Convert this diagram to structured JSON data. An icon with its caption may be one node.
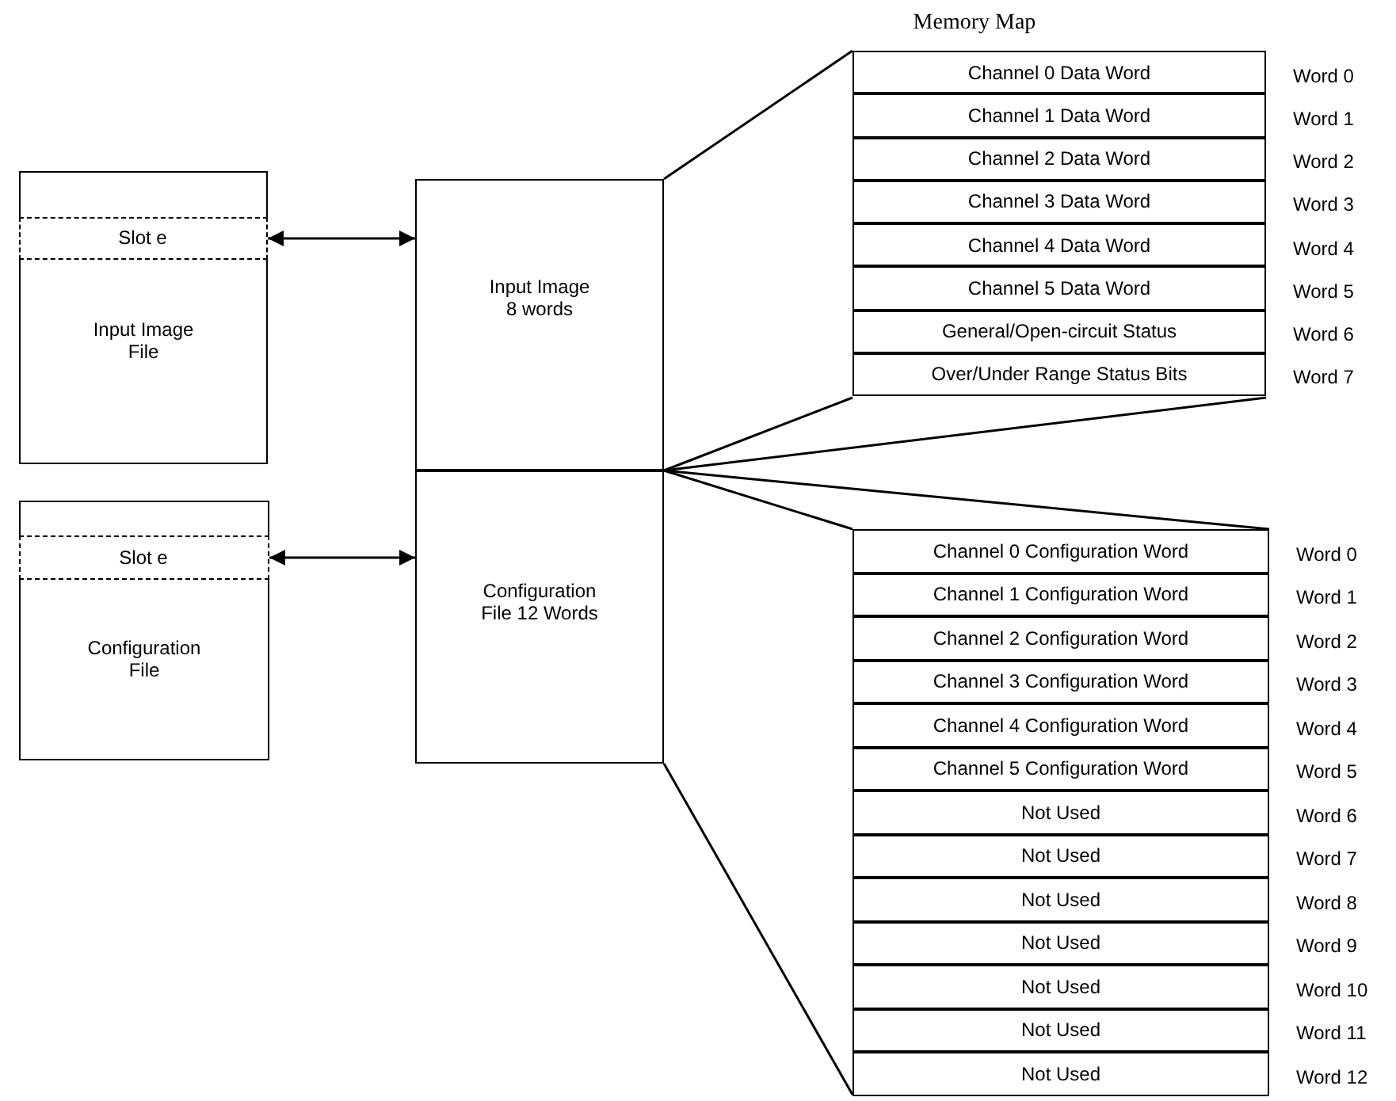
{
  "diagram": {
    "title": "Memory Map",
    "nodes": [
      {
        "text": [
          "Input Image File"
        ]
      },
      {
        "text": [
          "Slot e"
        ],
        "in": 0
      },
      {
        "text": [
          "Configuration File"
        ]
      },
      {
        "text": [
          "Slot e"
        ],
        "in": 2
      },
      {
        "text": [
          "Input Image 8 words"
        ]
      },
      {
        "text": [
          "Configuration File 12 Words"
        ]
      },
      {
        "text": [
          "Channel 0 Data Word"
        ],
        "beside": [
          "Word 0"
        ]
      },
      {
        "text": [
          "Channel 1 Data Word"
        ],
        "beside": [
          "Word 1"
        ]
      },
      {
        "text": [
          "Channel 2 Data Word"
        ],
        "beside": [
          "Word 2"
        ]
      },
      {
        "text": [
          "Channel 3 Data Word"
        ],
        "beside": [
          "Word 3"
        ]
      },
      {
        "text": [
          "Channel 4 Data Word"
        ],
        "beside": [
          "Word 4"
        ]
      },
      {
        "text": [
          "Channel 5 Data Word"
        ],
        "beside": [
          "Word 5"
        ]
      },
      {
        "text": [
          "General/Open-circuit Status"
        ],
        "beside": [
          "Word 6"
        ]
      },
      {
        "text": [
          "Over/Under Range Status Bits"
        ],
        "beside": [
          "Word 7"
        ]
      },
      {
        "text": [
          "Channel 0 Configuration Word"
        ],
        "beside": [
          "Word 0"
        ]
      },
      {
        "text": [
          "Channel 1 Configuration Word"
        ],
        "beside": [
          "Word 1"
        ]
      },
      {
        "text": [
          "Channel 2 Configuration Word"
        ],
        "beside": [
          "Word 2"
        ]
      },
      {
        "text": [
          "Channel 3 Configuration Word"
        ],
        "beside": [
          "Word 3"
        ]
      },
      {
        "text": [
          "Channel 4 Configuration Word"
        ],
        "beside": [
          "Word 4"
        ]
      },
      {
        "text": [
          "Channel 5 Configuration Word"
        ],
        "beside": [
          "Word 5"
        ]
      },
      {
        "text": [
          "Not Used"
        ],
        "beside": [
          "Word 6"
        ]
      },
      {
        "text": [
          "Not Used"
        ],
        "beside": [
          "Word 7"
        ]
      },
      {
        "text": [
          "Not Used"
        ],
        "beside": [
          "Word 8"
        ]
      },
      {
        "text": [
          "Not Used"
        ],
        "beside": [
          "Word 9"
        ]
      },
      {
        "text": [
          "Not Used"
        ],
        "beside": [
          "Word 10"
        ]
      },
      {
        "text": [
          "Not Used"
        ],
        "beside": [
          "Word 11"
        ]
      },
      {
        "text": [
          "Not Used"
        ],
        "beside": [
          "Word 12"
        ]
      }
    ],
    "edges": [
      {
        "from": 1,
        "to": 4,
        "arrow": "both"
      },
      {
        "from": 3,
        "to": 5,
        "arrow": "both"
      }
    ]
  }
}
